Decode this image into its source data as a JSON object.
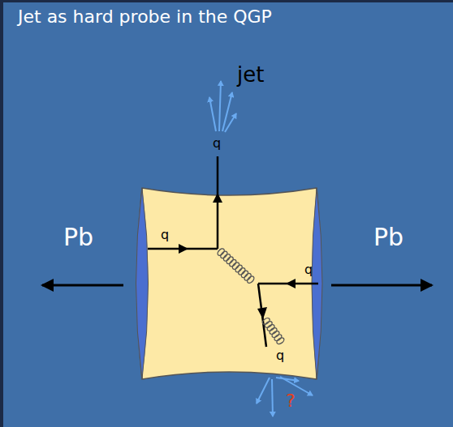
{
  "diagram": {
    "title": "Jet as hard probe in the QGP",
    "labels": [
      "jet",
      "q",
      "Pb",
      "q",
      "q",
      "Pb",
      "q",
      "?"
    ]
  }
}
